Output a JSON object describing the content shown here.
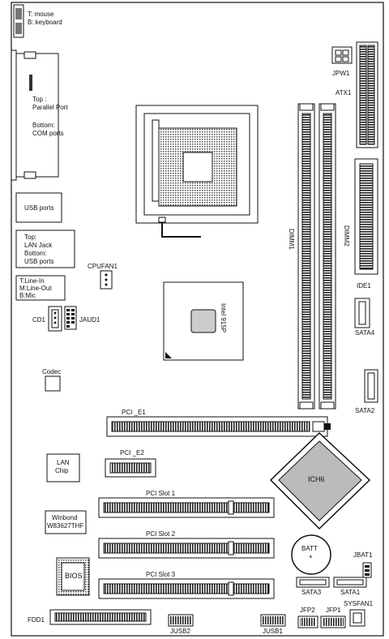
{
  "labels": {
    "mouse_top": "T: mouse",
    "keyboard_bottom": "B: keyboard",
    "parallel_1": "Top :",
    "parallel_2": "Parallel Port",
    "parallel_3": "Bottom:",
    "parallel_4": "COM ports",
    "usb_ports": "USB ports",
    "lan_1": "Top:",
    "lan_2": "LAN Jack",
    "lan_3": "Bottom:",
    "lan_4": "USB ports",
    "audio_1": "T:Line-In",
    "audio_2": "M:Line-Out",
    "audio_3": "B:Mic",
    "cpufan": "CPUFAN1",
    "cd1": "CD1",
    "jaud1": "JAUD1",
    "codec": "Codec",
    "jpw1": "JPW1",
    "atx1": "ATX1",
    "dimm1": "DIMM1",
    "dimm2": "DIMM2",
    "ide1": "IDE1",
    "sata4": "SATA4",
    "sata2": "SATA2",
    "northbridge": "Intel 915P",
    "pci_e1": "PCI _E1",
    "pci_e2": "PCI _E2",
    "lan_chip_1": "LAN",
    "lan_chip_2": "Chip",
    "ich6": "ICH6",
    "pci_slot1": "PCI Slot 1",
    "pci_slot2": "PCI Slot 2",
    "pci_slot3": "PCI Slot 3",
    "winbond_1": "Winbond",
    "winbond_2": "W83627THF",
    "batt": "BATT",
    "batt_plus": "+",
    "bios": "BIOS",
    "jbat1": "JBAT1",
    "sata3": "SATA3",
    "sata1": "SATA1",
    "fdd1": "FDD1",
    "jusb2": "JUSB2",
    "jusb1": "JUSB1",
    "jfp2": "JFP2",
    "jfp1": "JFP1",
    "sysfan1": "SYSFAN1"
  },
  "colors": {
    "line": "#111111",
    "fill_dark": "#555555",
    "fill_mid": "#999999",
    "fill_light": "#d6d6d6",
    "background": "#ffffff"
  }
}
